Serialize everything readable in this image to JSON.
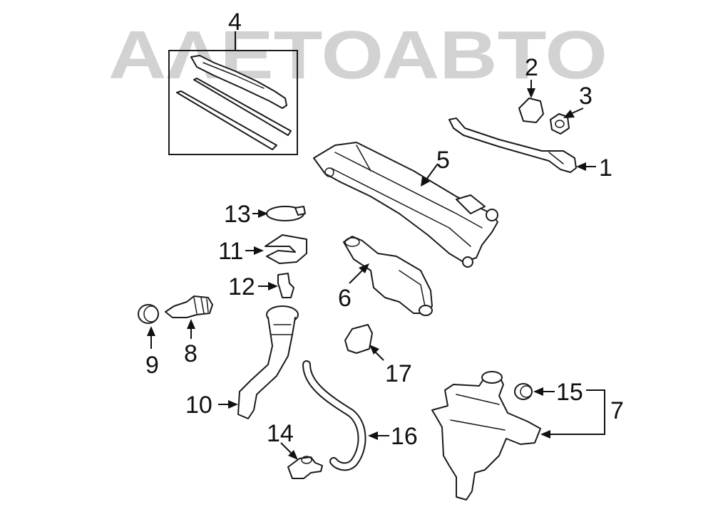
{
  "watermark": {
    "text": "ΑΛΕΤΟΑΒΤΟ",
    "color": "#d2d2d2"
  },
  "callouts": [
    {
      "id": "1",
      "part": "wiper-arm"
    },
    {
      "id": "2",
      "part": "arm-cap"
    },
    {
      "id": "3",
      "part": "nut"
    },
    {
      "id": "4",
      "part": "wiper-blade-kit"
    },
    {
      "id": "5",
      "part": "wiper-linkage"
    },
    {
      "id": "6",
      "part": "wiper-motor"
    },
    {
      "id": "7",
      "part": "washer-reservoir-assembly"
    },
    {
      "id": "8",
      "part": "level-sensor"
    },
    {
      "id": "9",
      "part": "grommet"
    },
    {
      "id": "10",
      "part": "filler-neck"
    },
    {
      "id": "11",
      "part": "bracket"
    },
    {
      "id": "12",
      "part": "connector"
    },
    {
      "id": "13",
      "part": "cap"
    },
    {
      "id": "14",
      "part": "washer-pump"
    },
    {
      "id": "15",
      "part": "pump-grommet"
    },
    {
      "id": "16",
      "part": "hose"
    },
    {
      "id": "17",
      "part": "cover"
    }
  ]
}
